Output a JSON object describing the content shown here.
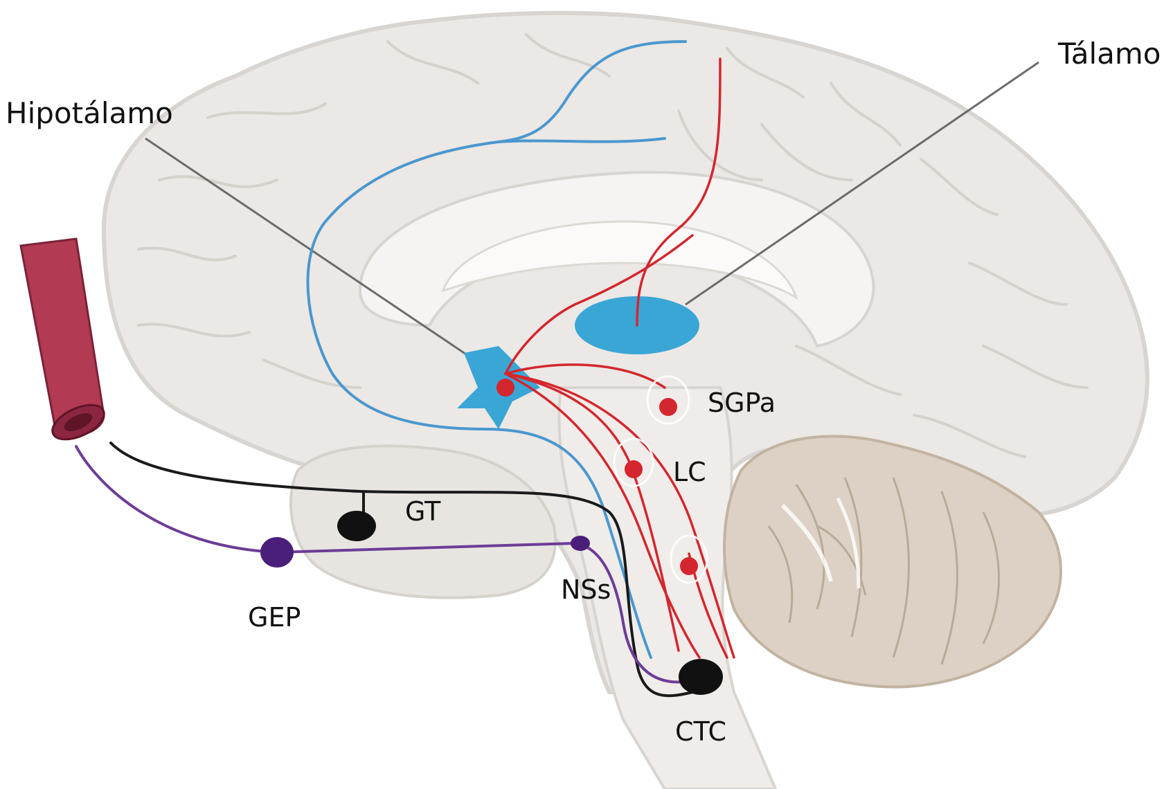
{
  "labels": {
    "hipotalamo": "Hipotálamo",
    "talamo": "Tálamo",
    "sgpa": "SGPa",
    "lc": "LC",
    "gt": "GT",
    "gep": "GEP",
    "nss": "NSs",
    "ctc": "CTC"
  },
  "colors": {
    "brain_fill": "#ebe8e5",
    "brain_outline": "#d8d4cf",
    "cerebellum": "#dcd1c4",
    "cerebellum_line": "#b9aa98",
    "red_pathway": "#d4262e",
    "blue_pathway": "#4a97cf",
    "purple_pathway": "#6d3c96",
    "black_pathway": "#1a1a1a",
    "nucleus_blue": "#3aa6d6",
    "vessel": "#b23a52",
    "pointer_line": "#6b6b6b"
  },
  "icons": {
    "vessel": "blood-vessel-icon",
    "nucleus": "nucleus-icon"
  }
}
